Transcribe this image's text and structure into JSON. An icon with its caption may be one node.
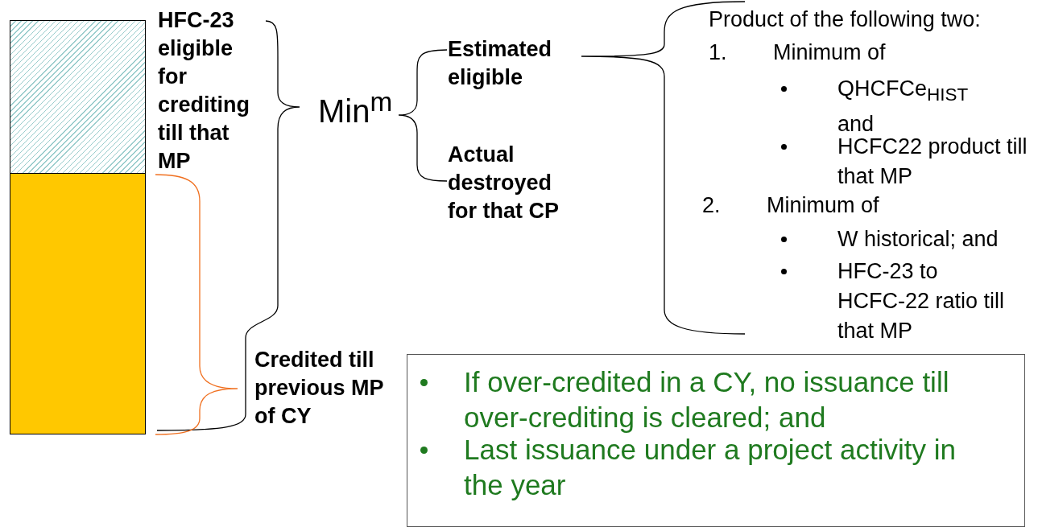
{
  "diagram": {
    "nodes": [
      {
        "text": [],
        "shape": "bar"
      },
      {
        "text": [],
        "shape": "bar"
      },
      {
        "text": [
          "If over-credited in a CY, no issuance till over-crediting is cleared; and",
          "Last issuance under a project activity in the year"
        ]
      }
    ],
    "edges": [],
    "labels": [
      "HFC-23 eligible for crediting till that MP",
      "Min$^{m}$",
      "Estimated eligible",
      "Actual destroyed for that CP",
      "Product of the following two:",
      "1.",
      "Minimum of",
      "QHCFCe$_{HIST}$ and",
      "HCFC22 product till that MP",
      "2.",
      "Minimum of",
      "W historical; and",
      "HFC-23 to HCFC-22 ratio till that MP",
      "Credited till previous MP of CY"
    ]
  }
}
